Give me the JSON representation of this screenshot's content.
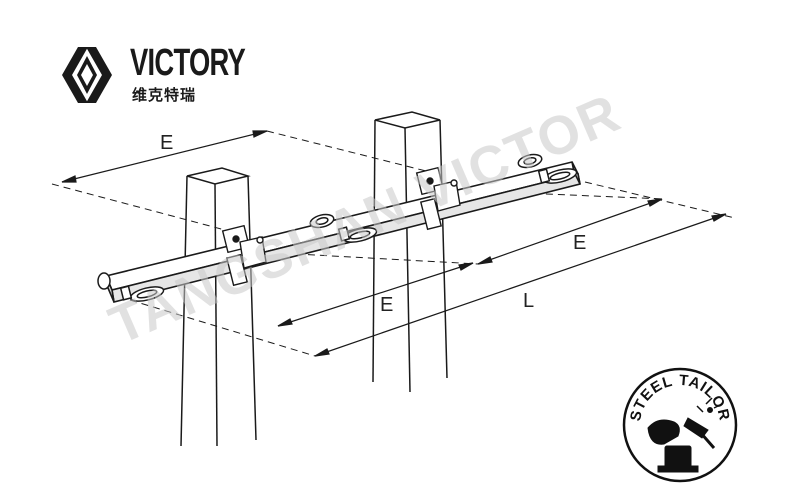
{
  "brand": {
    "name": "VICTORY",
    "name_cn": "维克特瑞"
  },
  "watermark": "TANGSHAN VICTORY",
  "badge": {
    "text": "STEEL TAILOR"
  },
  "dimensions": {
    "spacing_label": "E",
    "length_label": "L"
  },
  "colors": {
    "line": "#1a1a1a",
    "beam_fill": "#ececec",
    "watermark": "#c8c8c8"
  }
}
